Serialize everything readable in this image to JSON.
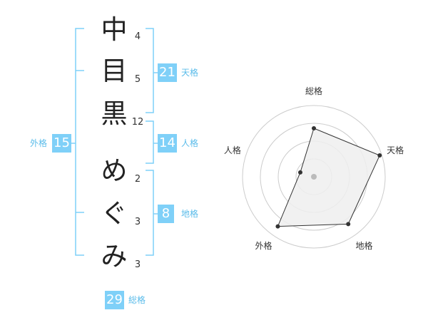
{
  "name": {
    "chars": [
      "中",
      "目",
      "黒",
      "め",
      "ぐ",
      "み"
    ],
    "strokes": [
      "4",
      "5",
      "12",
      "2",
      "3",
      "3"
    ]
  },
  "fortune": {
    "tenkaku": {
      "value": "21",
      "label": "天格"
    },
    "jinkaku": {
      "value": "14",
      "label": "人格"
    },
    "chikaku": {
      "value": "8",
      "label": "地格"
    },
    "gaikaku": {
      "value": "15",
      "label": "外格"
    },
    "soukaku": {
      "value": "29",
      "label": "総格"
    }
  },
  "radar": {
    "labels": [
      "総格",
      "天格",
      "地格",
      "外格",
      "人格"
    ],
    "levels": 4,
    "values": [
      0.68,
      0.97,
      0.82,
      0.86,
      0.2
    ],
    "colors": {
      "grid": "#cccccc",
      "fill": "#eeeeee",
      "line": "#333333",
      "center": "#bbbbbb"
    }
  },
  "colors": {
    "bracket": "#7fd0f8",
    "badge": "#7fd0f8"
  }
}
